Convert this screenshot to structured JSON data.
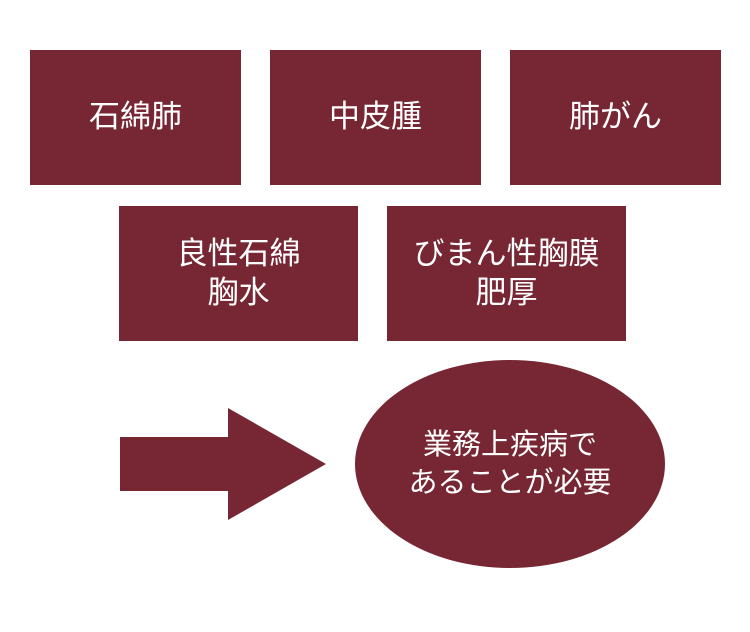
{
  "diseases": [
    {
      "lines": [
        "石綿肺"
      ]
    },
    {
      "lines": [
        "中皮腫"
      ]
    },
    {
      "lines": [
        "肺がん"
      ]
    },
    {
      "lines": [
        "良性石綿",
        "胸水"
      ]
    },
    {
      "lines": [
        "びまん性胸膜",
        "肥厚"
      ]
    }
  ],
  "conclusion": {
    "lines": [
      "業務上疾病で",
      "あることが必要"
    ]
  },
  "colors": {
    "box_fill": "#772733",
    "text": "#ffffff",
    "background": "#ffffff"
  }
}
